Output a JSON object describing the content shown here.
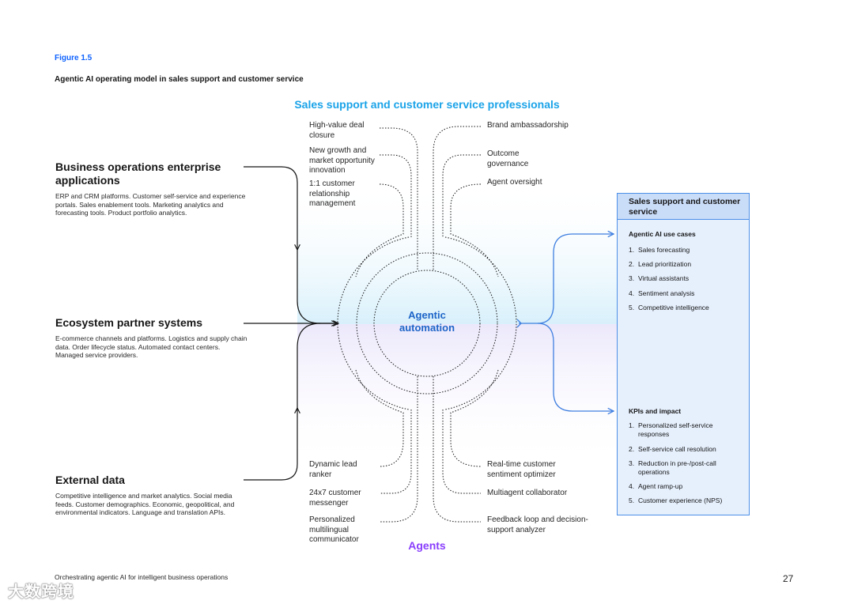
{
  "figure": {
    "label": "Figure 1.5",
    "title": "Agentic AI operating model in sales support and customer service"
  },
  "top_heading": "Sales support and customer service professionals",
  "bottom_heading": "Agents",
  "center": {
    "line1": "Agentic",
    "line2": "automation"
  },
  "sources": [
    {
      "title": "Business operations enterprise applications",
      "description": "ERP and CRM platforms. Customer self-service and experience portals. Sales enablement tools. Marketing analytics and forecasting tools. Product portfolio analytics."
    },
    {
      "title": "Ecosystem partner systems",
      "description": "E-commerce channels and platforms. Logistics and supply chain data. Order lifecycle status. Automated contact centers. Managed service providers."
    },
    {
      "title": "External data",
      "description": "Competitive intelligence and market analytics. Social media feeds. Customer demographics. Economic, geopolitical, and environmental indicators. Language and translation APIs."
    }
  ],
  "professional_roles": {
    "left": [
      "High-value deal closure",
      "New growth and market opportunity innovation",
      "1:1 customer relationship management"
    ],
    "right": [
      "Brand ambassadorship",
      "Outcome governance",
      "Agent oversight"
    ]
  },
  "agent_roles": {
    "left": [
      "Dynamic lead ranker",
      "24x7 customer messenger",
      "Personalized multilingual communicator"
    ],
    "right": [
      "Real-time customer sentiment optimizer",
      "Multiagent collaborator",
      "Feedback loop and decision-support analyzer"
    ]
  },
  "panel": {
    "title": "Sales support and customer service",
    "use_cases": {
      "heading": "Agentic AI use cases",
      "items": [
        {
          "num": "1.",
          "text": "Sales forecasting"
        },
        {
          "num": "2.",
          "text": "Lead prioritization"
        },
        {
          "num": "3.",
          "text": "Virtual assistants"
        },
        {
          "num": "4.",
          "text": "Sentiment analysis"
        },
        {
          "num": "5.",
          "text": "Competitive intelligence"
        }
      ]
    },
    "kpis": {
      "heading": "KPIs and impact",
      "items": [
        {
          "num": "1.",
          "text": "Personalized self-service responses"
        },
        {
          "num": "2.",
          "text": "Self-service call resolution"
        },
        {
          "num": "3.",
          "text": "Reduction in pre-/post-call operations"
        },
        {
          "num": "4.",
          "text": "Agent ramp-up"
        },
        {
          "num": "5.",
          "text": "Customer experience (NPS)"
        }
      ]
    }
  },
  "footer": {
    "text": "Orchestrating agentic AI for intelligent business operations",
    "page": "27"
  },
  "watermark": "大数跨境",
  "colors": {
    "accent_blue": "#0f62fe",
    "heading_cyan": "#1aa3e8",
    "agents_purple": "#8a3ffc",
    "panel_border": "#4d8fe8"
  }
}
